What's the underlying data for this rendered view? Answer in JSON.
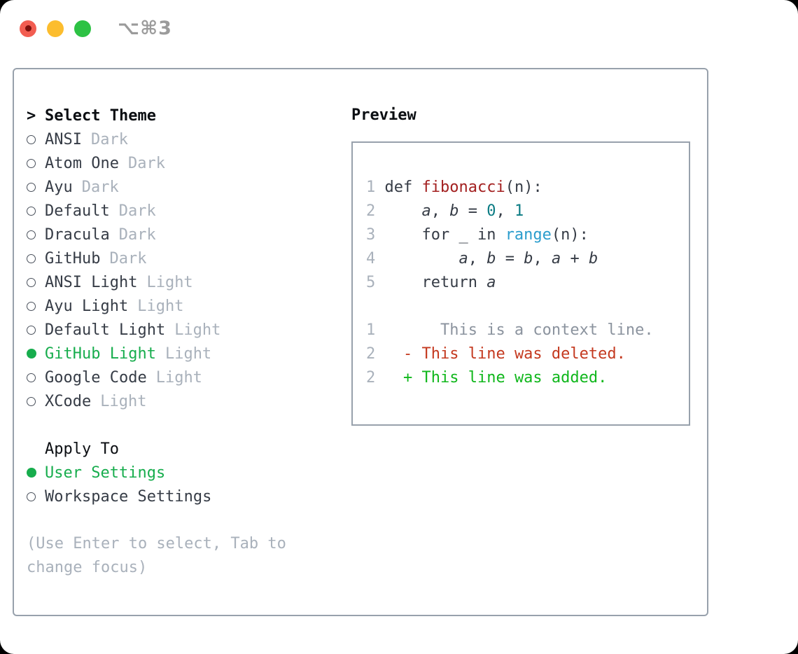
{
  "window": {
    "shortcut": "⌥⌘3"
  },
  "colors": {
    "accent_green": "#17ad4d",
    "diff_added_green": "#10b71c",
    "diff_deleted_red": "#c4391f",
    "function_red": "#a32020",
    "number_teal": "#0a7b83",
    "builtin_blue": "#2b9dcd",
    "text_dark": "#363c46",
    "muted_gray": "#a9b1bb",
    "context_gray": "#8b939e",
    "border_gray": "#98a1ac"
  },
  "theme_panel": {
    "title_marker": ">",
    "title": "Select Theme",
    "themes": [
      {
        "name": "ANSI",
        "variant": "Dark",
        "selected": false
      },
      {
        "name": "Atom One",
        "variant": "Dark",
        "selected": false
      },
      {
        "name": "Ayu",
        "variant": "Dark",
        "selected": false
      },
      {
        "name": "Default",
        "variant": "Dark",
        "selected": false
      },
      {
        "name": "Dracula",
        "variant": "Dark",
        "selected": false
      },
      {
        "name": "GitHub",
        "variant": "Dark",
        "selected": false
      },
      {
        "name": "ANSI Light",
        "variant": "Light",
        "selected": false
      },
      {
        "name": "Ayu Light",
        "variant": "Light",
        "selected": false
      },
      {
        "name": "Default Light",
        "variant": "Light",
        "selected": false
      },
      {
        "name": "GitHub Light",
        "variant": "Light",
        "selected": true
      },
      {
        "name": "Google Code",
        "variant": "Light",
        "selected": false
      },
      {
        "name": "XCode",
        "variant": "Light",
        "selected": false
      }
    ],
    "apply_to": {
      "title": "Apply To",
      "options": [
        {
          "name": "User Settings",
          "selected": true
        },
        {
          "name": "Workspace Settings",
          "selected": false
        }
      ]
    },
    "help_lines": [
      "(Use Enter to select, Tab to",
      "change focus)"
    ]
  },
  "preview": {
    "title": "Preview",
    "code_lines": [
      [
        {
          "t": "1 ",
          "c": "ln"
        },
        {
          "t": "def ",
          "c": "pl"
        },
        {
          "t": "fibonacci",
          "c": "fn"
        },
        {
          "t": "(n):",
          "c": "pl"
        }
      ],
      [
        {
          "t": "2 ",
          "c": "ln"
        },
        {
          "t": "    ",
          "c": "pl"
        },
        {
          "t": "a",
          "c": "var"
        },
        {
          "t": ", ",
          "c": "pl"
        },
        {
          "t": "b",
          "c": "var"
        },
        {
          "t": " = ",
          "c": "pl"
        },
        {
          "t": "0",
          "c": "num"
        },
        {
          "t": ", ",
          "c": "pl"
        },
        {
          "t": "1",
          "c": "num"
        }
      ],
      [
        {
          "t": "3 ",
          "c": "ln"
        },
        {
          "t": "    for _ in ",
          "c": "pl"
        },
        {
          "t": "range",
          "c": "blt"
        },
        {
          "t": "(n):",
          "c": "pl"
        }
      ],
      [
        {
          "t": "4 ",
          "c": "ln"
        },
        {
          "t": "        ",
          "c": "pl"
        },
        {
          "t": "a",
          "c": "var"
        },
        {
          "t": ", ",
          "c": "pl"
        },
        {
          "t": "b",
          "c": "var"
        },
        {
          "t": " = ",
          "c": "pl"
        },
        {
          "t": "b",
          "c": "var"
        },
        {
          "t": ", ",
          "c": "pl"
        },
        {
          "t": "a",
          "c": "var"
        },
        {
          "t": " + ",
          "c": "pl"
        },
        {
          "t": "b",
          "c": "var"
        }
      ],
      [
        {
          "t": "5 ",
          "c": "ln"
        },
        {
          "t": "    return ",
          "c": "pl"
        },
        {
          "t": "a",
          "c": "var"
        }
      ]
    ],
    "diff_lines": [
      [
        {
          "t": "1",
          "c": "ln"
        },
        {
          "t": "       ",
          "c": "pl"
        },
        {
          "t": "This is a context line.",
          "c": "ctx"
        }
      ],
      [
        {
          "t": "2",
          "c": "ln"
        },
        {
          "t": "   ",
          "c": "pl"
        },
        {
          "t": "- This line was deleted.",
          "c": "del"
        }
      ],
      [
        {
          "t": "2",
          "c": "ln"
        },
        {
          "t": "   ",
          "c": "pl"
        },
        {
          "t": "+ This line was added.",
          "c": "add"
        }
      ]
    ]
  }
}
